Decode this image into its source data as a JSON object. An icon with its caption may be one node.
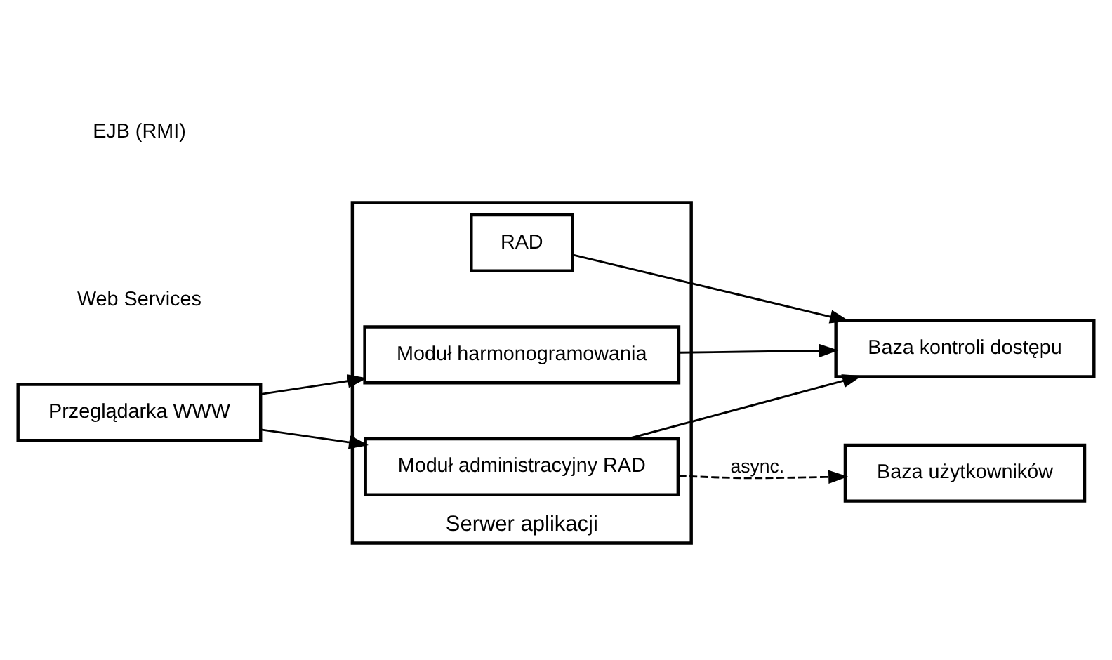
{
  "diagram": {
    "nodes": [
      {
        "text": [
          "Serwer aplikacji"
        ]
      },
      {
        "text": [
          "RAD"
        ],
        "in": 0
      },
      {
        "text": [
          "Moduł harmonogramowania"
        ],
        "in": 0
      },
      {
        "text": [
          "Moduł administracyjny RAD"
        ],
        "in": 0
      },
      {
        "text": [
          "Baza kontroli dostępu"
        ]
      },
      {
        "text": [
          "Baza użytkowników"
        ]
      },
      {
        "text": [
          "Przeglądarka WWW"
        ]
      }
    ],
    "edges": [
      {
        "from": 1,
        "to": 4,
        "arrow": "to"
      },
      {
        "from": 2,
        "to": 4,
        "arrow": "to"
      },
      {
        "from": 3,
        "to": 4,
        "arrow": "to"
      },
      {
        "from": 3,
        "to": 5,
        "arrow": "to",
        "label": "async.",
        "style": "dashed"
      },
      {
        "from": 6,
        "to": 2,
        "arrow": "to"
      },
      {
        "from": 6,
        "to": 3,
        "arrow": "to"
      }
    ],
    "labels": [
      "EJB (RMI)",
      "Web Services"
    ]
  }
}
